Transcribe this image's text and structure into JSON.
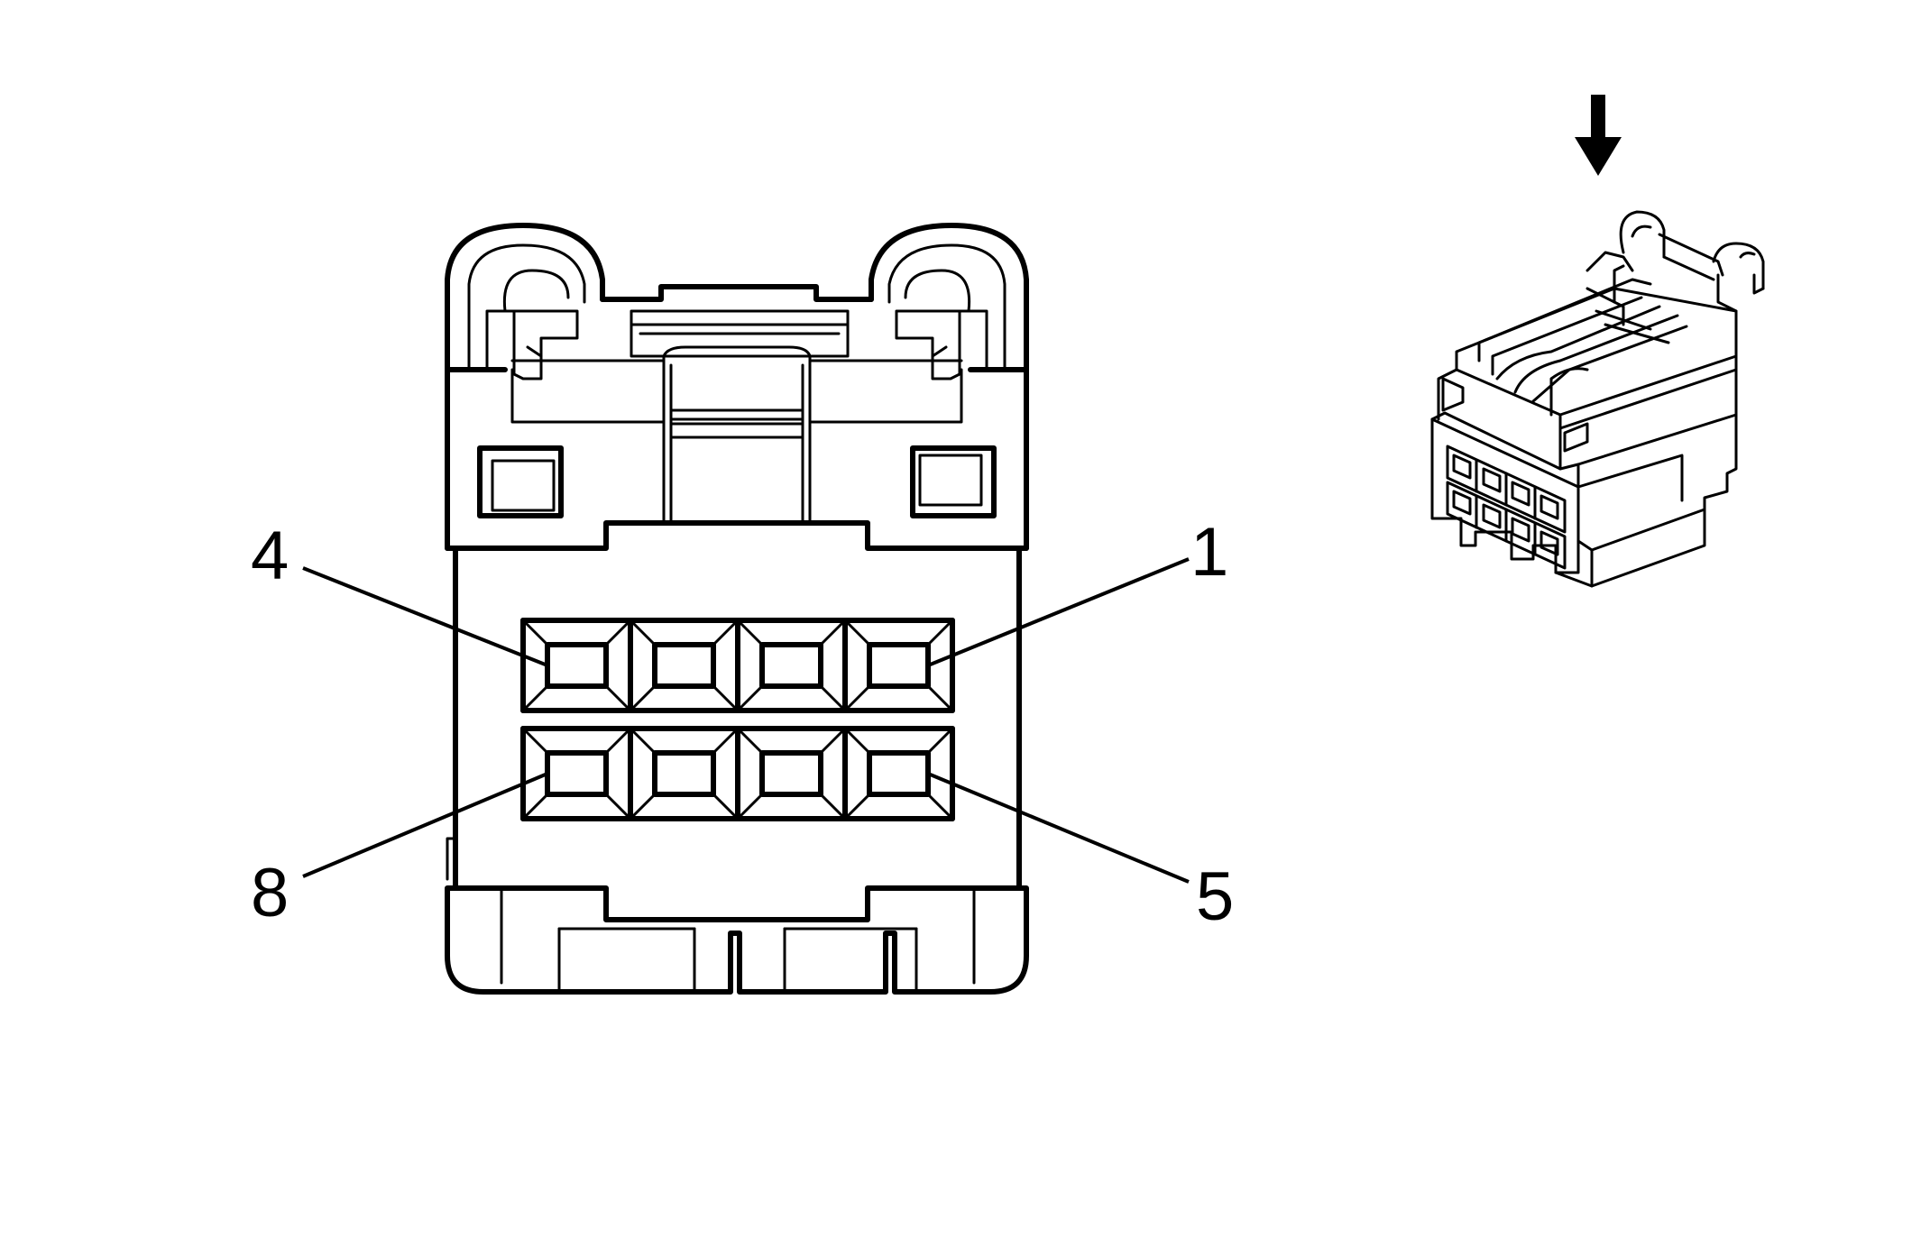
{
  "connector": {
    "pin_labels": {
      "top_left": "4",
      "top_right": "1",
      "bottom_left": "8",
      "bottom_right": "5"
    },
    "rows": 2,
    "columns": 4
  },
  "icons": {
    "insertion_arrow": "down-arrow-icon",
    "connector_thumbnail": "connector-3d-view"
  },
  "colors": {
    "line": "#000000",
    "background": "#ffffff"
  }
}
